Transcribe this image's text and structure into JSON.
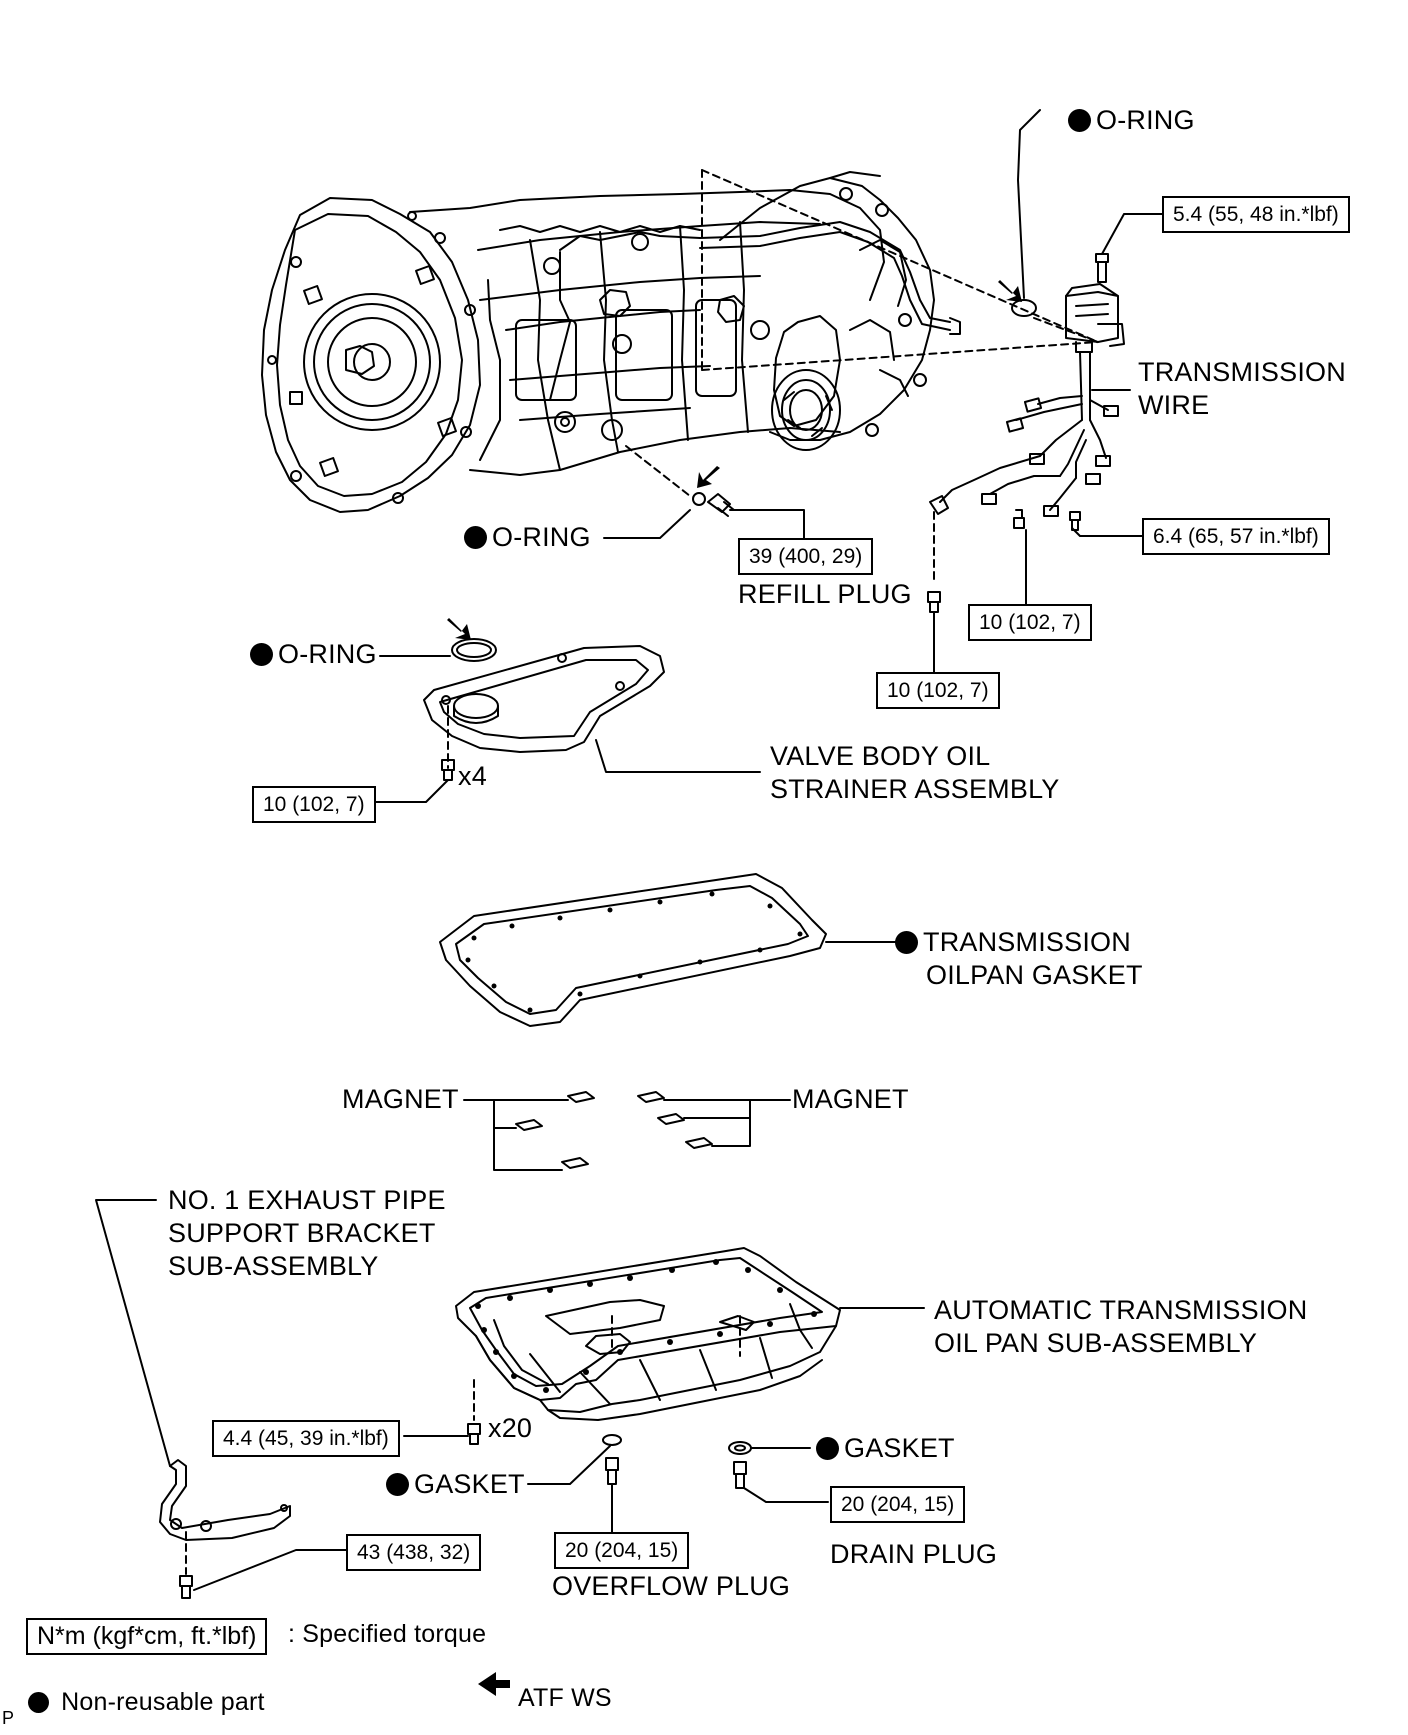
{
  "labels": {
    "o_ring_top": "O-RING",
    "transmission_wire": [
      "TRANSMISSION",
      "WIRE"
    ],
    "o_ring_mid": "O-RING",
    "refill_plug": "REFILL PLUG",
    "o_ring_strainer": "O-RING",
    "x4": "x4",
    "valve_body_strainer": [
      "VALVE BODY OIL",
      "STRAINER ASSEMBLY"
    ],
    "oilpan_gasket": [
      "TRANSMISSION",
      "OILPAN GASKET"
    ],
    "magnet_left": "MAGNET",
    "magnet_right": "MAGNET",
    "exhaust_bracket": [
      "NO. 1 EXHAUST PIPE",
      "SUPPORT BRACKET",
      "SUB-ASSEMBLY"
    ],
    "oil_pan": [
      "AUTOMATIC TRANSMISSION",
      "OIL PAN SUB-ASSEMBLY"
    ],
    "x20": "x20",
    "gasket_left": "GASKET",
    "gasket_right": "GASKET",
    "overflow_plug": "OVERFLOW PLUG",
    "drain_plug": "DRAIN PLUG"
  },
  "torques": {
    "connector_bolt": "5.4 (55, 48 in.*lbf)",
    "wire_bolt": "6.4 (65, 57 in.*lbf)",
    "refill_plug": "39 (400, 29)",
    "wire_clamp_1": "10 (102, 7)",
    "wire_clamp_2": "10 (102, 7)",
    "strainer": "10 (102, 7)",
    "oil_pan": "4.4 (45, 39 in.*lbf)",
    "bracket": "43 (438, 32)",
    "overflow_plug": "20 (204, 15)",
    "drain_plug": "20 (204, 15)"
  },
  "legend": {
    "torque_box": "N*m (kgf*cm, ft.*lbf)",
    "torque_desc": ": Specified torque",
    "non_reusable": "Non-reusable part",
    "atf": "ATF WS"
  },
  "corner_mark": "P"
}
